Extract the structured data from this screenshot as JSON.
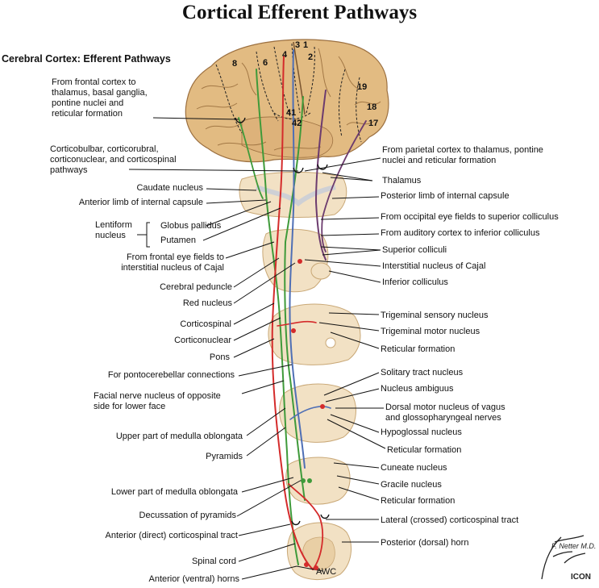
{
  "title": "Cortical Efferent Pathways",
  "subtitle": "Cerebral Cortex: Efferent Pathways",
  "area_numbers": [
    "3",
    "1",
    "2",
    "4",
    "6",
    "8",
    "19",
    "18",
    "17",
    "41",
    "42"
  ],
  "left_labels": {
    "frontal_cortex": [
      "From frontal cortex to",
      "thalamus, basal ganglia,",
      "pontine nuclei and",
      "reticular formation"
    ],
    "corticobulbar": [
      "Corticobulbar, corticorubral,",
      "corticonuclear, and corticospinal",
      "pathways"
    ],
    "caudate": "Caudate nucleus",
    "anterior_limb": "Anterior limb of internal capsule",
    "lentiform": [
      "Lentiform",
      "nucleus"
    ],
    "globus_pallidus": "Globus pallidus",
    "putamen": "Putamen",
    "frontal_eye": [
      "From frontal eye fields to",
      "interstitial nucleus of Cajal"
    ],
    "cerebral_peduncle": "Cerebral peduncle",
    "red_nucleus": "Red nucleus",
    "corticospinal": "Corticospinal",
    "corticonuclear": "Corticonuclear",
    "pons": "Pons",
    "pontocerebellar": "For pontocerebellar connections",
    "facial_nerve": [
      "Facial nerve nucleus of opposite",
      "side for lower face"
    ],
    "upper_medulla": "Upper part of medulla oblongata",
    "pyramids": "Pyramids",
    "lower_medulla": "Lower part of medulla oblongata",
    "decussation": "Decussation of pyramids",
    "anterior_tract": "Anterior (direct) corticospinal tract",
    "spinal_cord": "Spinal cord",
    "anterior_horns": "Anterior (ventral) horns"
  },
  "right_labels": {
    "parietal_cortex": [
      "From parietal cortex to thalamus, pontine",
      "nuclei and reticular formation"
    ],
    "thalamus": "Thalamus",
    "posterior_limb": "Posterior limb of internal capsule",
    "occipital_eye": "From occipital eye fields to superior colliculus",
    "auditory_cortex": "From auditory cortex to inferior colliculus",
    "superior_colliculi": "Superior colliculi",
    "cajal": "Interstitial nucleus of Cajal",
    "inferior_colliculus": "Inferior colliculus",
    "trigeminal_sensory": "Trigeminal sensory nucleus",
    "trigeminal_motor": "Trigeminal motor nucleus",
    "reticular_1": "Reticular formation",
    "solitary": "Solitary tract nucleus",
    "ambiguus": "Nucleus ambiguus",
    "dorsal_motor": [
      "Dorsal motor nucleus of vagus",
      "and glossopharyngeal nerves"
    ],
    "hypoglossal": "Hypoglossal nucleus",
    "reticular_2": "Reticular formation",
    "cuneate": "Cuneate nucleus",
    "gracile": "Gracile nucleus",
    "reticular_3": "Reticular formation",
    "lateral_tract": "Lateral (crossed) corticospinal tract",
    "posterior_horn": "Posterior (dorsal) horn"
  },
  "section_tag": "AWC",
  "signature": "F. Netter M.D.",
  "logo": "ICON",
  "colors": {
    "brain": "#e2bb82",
    "brain_dark": "#b98a52",
    "section": "#f2e1c4",
    "section_edge": "#c9a877",
    "red_tract": "#d42b2b",
    "green_tract": "#3f9a3a",
    "blue_tract": "#4f6fb5",
    "purple_tract": "#6c3b6e",
    "leader": "#111111"
  }
}
